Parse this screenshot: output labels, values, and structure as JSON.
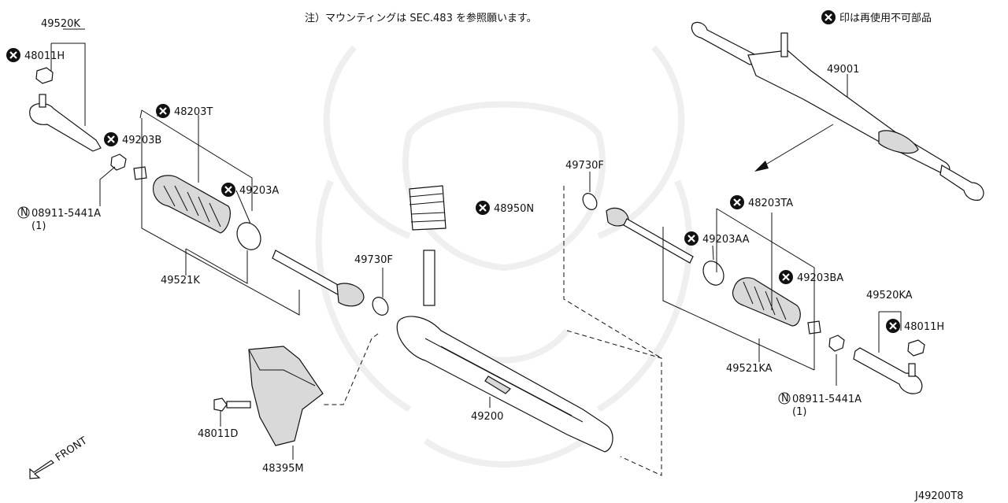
{
  "header_note": "注）マウンティングは SEC.483 を参照願います。",
  "legend_text": "印は再使用不可部品",
  "front_label": "FRONT",
  "figure_code": "J49200T8",
  "part_labels": {
    "p49520K": "49520K",
    "p48011H_l": "48011H",
    "p48203T": "48203T",
    "p49203B": "49203B",
    "p49203A": "49203A",
    "p08911_l": "08911-5441A",
    "p08911_l_qty": "(1)",
    "p49521K": "49521K",
    "p49730F_c": "49730F",
    "p48950N": "48950N",
    "p49730F_r": "49730F",
    "p49001": "49001",
    "p48203TA": "48203TA",
    "p49203AA": "49203AA",
    "p49203BA": "49203BA",
    "p49520KA": "49520KA",
    "p48011H_r": "48011H",
    "p49521KA": "49521KA",
    "p08911_r": "08911-5441A",
    "p08911_r_qty": "(1)",
    "p49200": "49200",
    "p48011D": "48011D",
    "p48395M": "48395M"
  },
  "symbols": {
    "non_reusable": "x-circle-icon",
    "n_circle": "N"
  }
}
